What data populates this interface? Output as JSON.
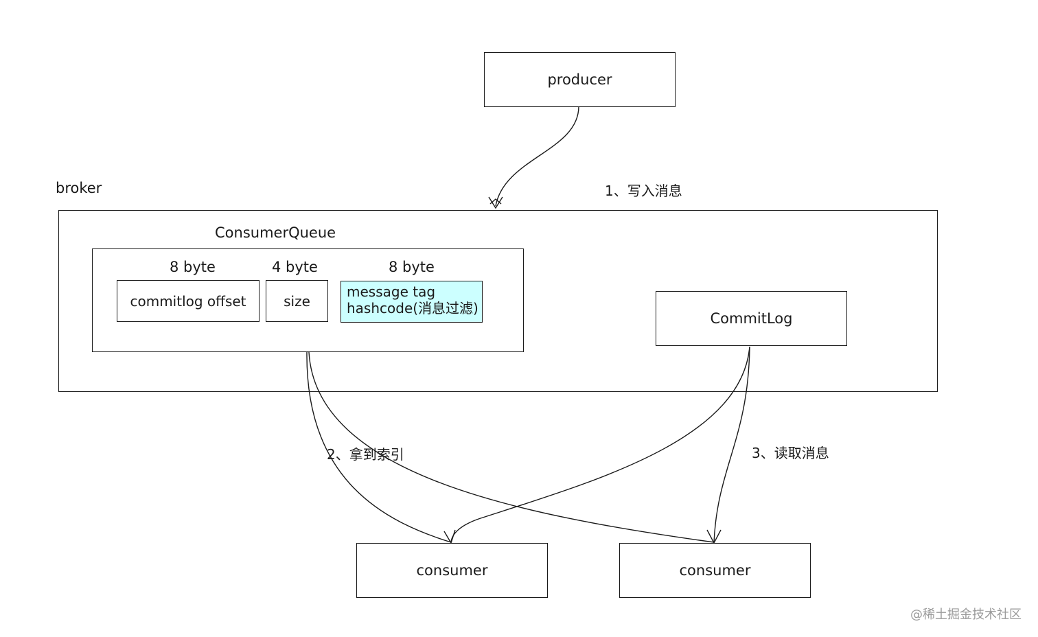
{
  "nodes": {
    "producer": "producer",
    "broker": "broker",
    "consumer_queue": "ConsumerQueue",
    "commitlog": "CommitLog",
    "consumer_1": "consumer",
    "consumer_2": "consumer"
  },
  "fields": [
    {
      "size": "8 byte",
      "name": "commitlog offset"
    },
    {
      "size": "4 byte",
      "name": "size"
    },
    {
      "size": "8 byte",
      "name_line1": "message tag",
      "name_line2": "hashcode(消息过滤)"
    }
  ],
  "edge_labels": {
    "write": "1、写入消息",
    "get_index": "2、拿到索引",
    "read": "3、读取消息"
  },
  "watermark": "@稀土掘金技术社区",
  "colors": {
    "stroke": "#1a1a1a",
    "highlight_fill": "#ccffff",
    "watermark": "#9a9a9a"
  }
}
